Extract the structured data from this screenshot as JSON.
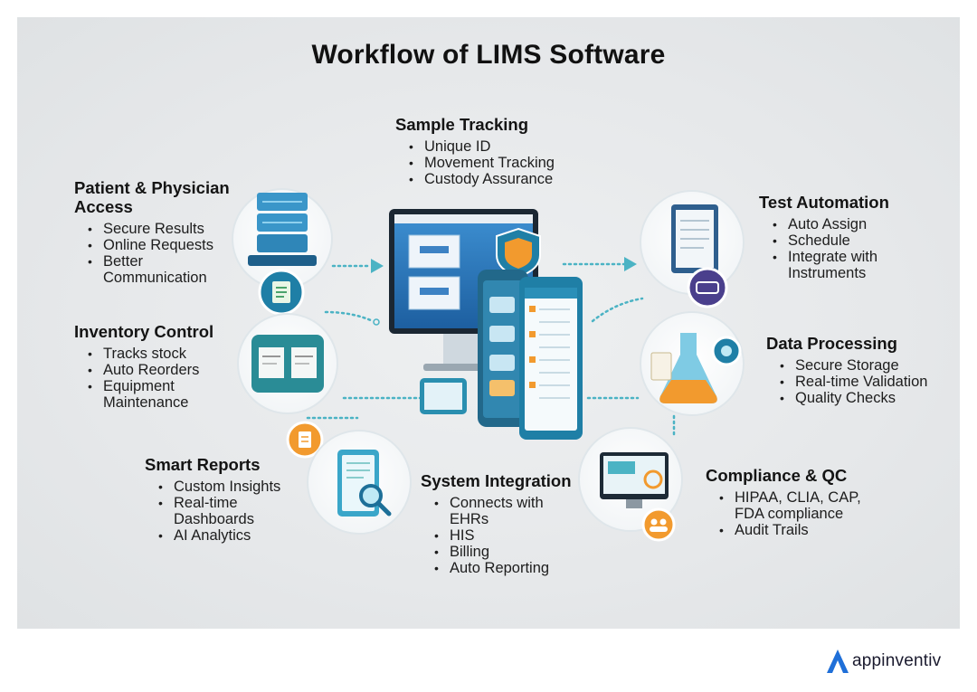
{
  "title": "Workflow of LIMS Software",
  "sections": {
    "sample_tracking": {
      "heading": "Sample Tracking",
      "items": [
        "Unique ID",
        "Movement Tracking",
        "Custody Assurance"
      ]
    },
    "patient_access": {
      "heading_line1": "Patient & Physician",
      "heading_line2": "Access",
      "items": [
        "Secure Results",
        "Online Requests"
      ],
      "item3_line1": "Better",
      "item3_line2": "Communication"
    },
    "test_automation": {
      "heading": "Test Automation",
      "items": [
        "Auto Assign",
        "Schedule"
      ],
      "item3_line1": "Integrate with",
      "item3_line2": "Instruments"
    },
    "inventory": {
      "heading": "Inventory Control",
      "items": [
        "Tracks stock",
        "Auto Reorders"
      ],
      "item3_line1": "Equipment",
      "item3_line2": "Maintenance"
    },
    "data_processing": {
      "heading": "Data Processing",
      "items": [
        "Secure Storage",
        "Real-time Validation",
        "Quality Checks"
      ]
    },
    "smart_reports": {
      "heading": "Smart Reports",
      "item1": "Custom Insights",
      "item2_line1": "Real-time",
      "item2_line2": "Dashboards",
      "item3": "AI Analytics"
    },
    "system_integration": {
      "heading": "System Integration",
      "item1_line1": "Connects with",
      "item1_line2": "EHRs",
      "items": [
        "HIS",
        "Billing",
        "Auto Reporting"
      ]
    },
    "compliance": {
      "heading": "Compliance & QC",
      "item1_line1": "HIPAA, CLIA, CAP,",
      "item1_line2": "FDA compliance",
      "item2": "Audit Trails"
    }
  },
  "brand": {
    "name": "appinventiv",
    "accent": "#1f6fd8"
  },
  "colors": {
    "teal": "#1f9bb0",
    "dark_teal": "#1b6f80",
    "orange": "#f29a2e",
    "purple": "#4a3f8c",
    "connector": "#4bb3c4"
  },
  "icons": [
    "server-icon",
    "shield-icon",
    "monitor-icon",
    "tablet-icon",
    "clipboard-icon",
    "flask-icon",
    "magnifier-icon",
    "document-icon",
    "people-icon",
    "gear-icon"
  ]
}
